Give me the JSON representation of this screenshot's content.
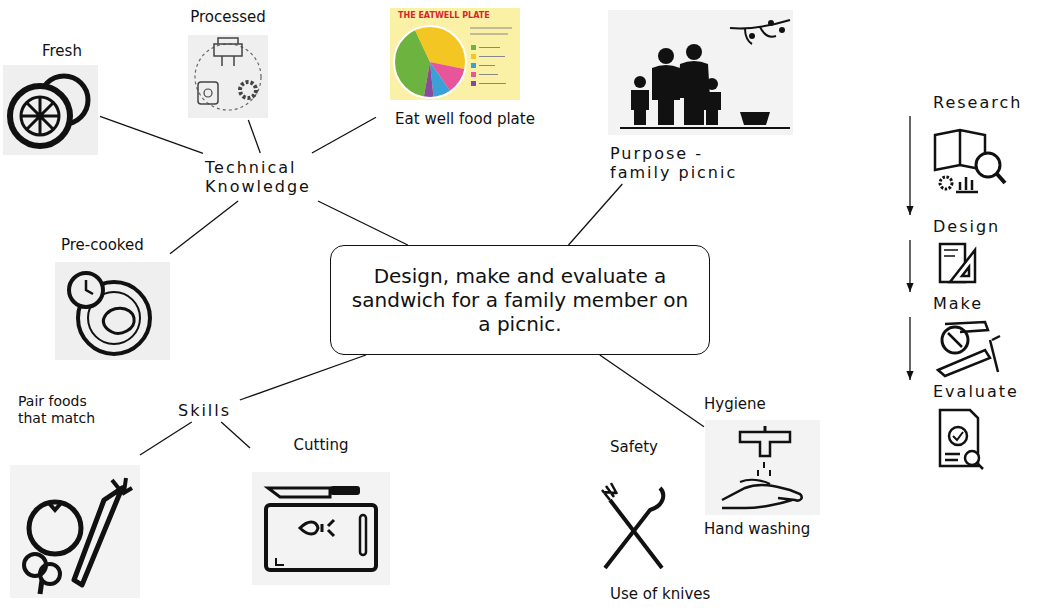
{
  "diagram": {
    "nodes": [
      {
        "text": [
          "Design, make and evaluate a sandwich for a family member on a picnic."
        ]
      },
      {
        "text": [
          "Technical Knowledge"
        ]
      },
      {
        "text": [
          "Fresh"
        ]
      },
      {
        "text": [
          "Processed"
        ]
      },
      {
        "text": [
          "Eat well food plate"
        ]
      },
      {
        "text": [
          "Pre-cooked"
        ]
      },
      {
        "text": [
          "Purpose - family picnic"
        ]
      },
      {
        "text": [
          "Skills"
        ]
      },
      {
        "text": [
          "Pair foods that match"
        ]
      },
      {
        "text": [
          "Cutting"
        ]
      },
      {
        "text": [
          "Safety",
          "Use of knives"
        ]
      },
      {
        "text": [
          "Hygiene",
          "Hand washing"
        ]
      },
      {
        "text": [
          "Research"
        ]
      },
      {
        "text": [
          "Design"
        ]
      },
      {
        "text": [
          "Make"
        ]
      },
      {
        "text": [
          "Evaluate"
        ]
      }
    ],
    "edges": [
      {
        "from": 0,
        "to": 1,
        "arrow": "none"
      },
      {
        "from": 1,
        "to": 2,
        "arrow": "none"
      },
      {
        "from": 1,
        "to": 3,
        "arrow": "none"
      },
      {
        "from": 1,
        "to": 4,
        "arrow": "none"
      },
      {
        "from": 1,
        "to": 5,
        "arrow": "none"
      },
      {
        "from": 0,
        "to": 6,
        "arrow": "none"
      },
      {
        "from": 0,
        "to": 7,
        "arrow": "none"
      },
      {
        "from": 7,
        "to": 8,
        "arrow": "none"
      },
      {
        "from": 7,
        "to": 9,
        "arrow": "none"
      },
      {
        "from": 0,
        "to": 11,
        "arrow": "none"
      },
      {
        "from": 12,
        "to": 13,
        "arrow": "to"
      },
      {
        "from": 13,
        "to": 14,
        "arrow": "to"
      },
      {
        "from": 14,
        "to": 15,
        "arrow": "to"
      }
    ],
    "labels": [
      "THE EATWELL PLATE"
    ]
  }
}
